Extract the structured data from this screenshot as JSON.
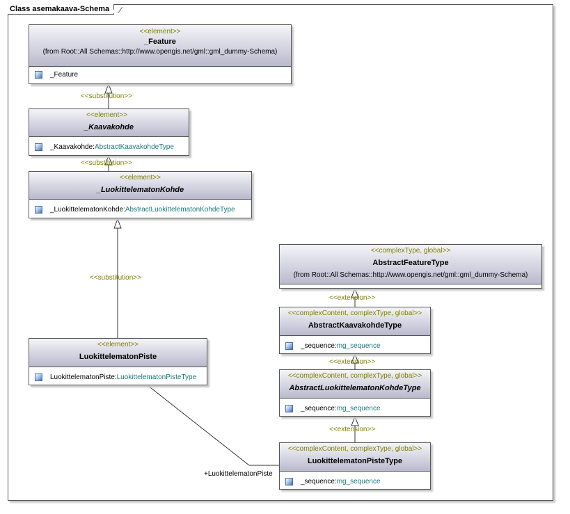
{
  "diagram": {
    "title": "Class asemakaava-Schema",
    "classes": {
      "feature": {
        "stereotype": "<<element>>",
        "name": "_Feature",
        "from": "(from Root::All Schemas::http://www.opengis.net/gml::gml_dummy-Schema)",
        "attr_name": "_Feature",
        "attr_type": ""
      },
      "kaavakohde": {
        "stereotype": "<<element>>",
        "name": "_Kaavakohde",
        "attr_name": "_Kaavakohde:",
        "attr_type": "AbstractKaavakohdeType"
      },
      "luokittelematon_kohde": {
        "stereotype": "<<element>>",
        "name": "_LuokittelematonKohde",
        "attr_name": "_LuokittelematonKohde:",
        "attr_type": "AbstractLuokittelematonKohdeType"
      },
      "luokittelematon_piste": {
        "stereotype": "<<element>>",
        "name": "LuokittelematonPiste",
        "attr_name": "LuokittelematonPiste:",
        "attr_type": "LuokittelematonPisteType"
      },
      "abstract_feature_type": {
        "stereotype": "<<complexType, global>>",
        "name": "AbstractFeatureType",
        "from": "(from Root::All Schemas::http://www.opengis.net/gml::gml_dummy-Schema)"
      },
      "abstract_kaavakohde_type": {
        "stereotype": "<<complexContent, complexType, global>>",
        "name": "AbstractKaavakohdeType",
        "attr_name": "_sequence:",
        "attr_type": "mg_sequence"
      },
      "abstract_luokittelematon_kohde_type": {
        "stereotype": "<<complexContent, complexType, global>>",
        "name": "AbstractLuokittelematonKohdeType",
        "attr_name": "_sequence:",
        "attr_type": "mg_sequence"
      },
      "luokittelematon_piste_type": {
        "stereotype": "<<complexContent, complexType, global>>",
        "name": "LuokittelematonPisteType",
        "attr_name": "_sequence:",
        "attr_type": "mg_sequence"
      }
    },
    "connector_labels": {
      "substitution_1": "<<substitution>>",
      "substitution_2": "<<substitution>>",
      "substitution_3": "<<substitution>>",
      "extension_1": "<<extension>>",
      "extension_2": "<<extension>>",
      "extension_3": "<<extension>>",
      "association_role": "+LuokittelematonPiste"
    },
    "colors": {
      "stereotype": "#808000",
      "type_ref": "#1a7a7a",
      "header_top": "#f4f4f8",
      "header_bottom": "#b9b9cc"
    }
  }
}
